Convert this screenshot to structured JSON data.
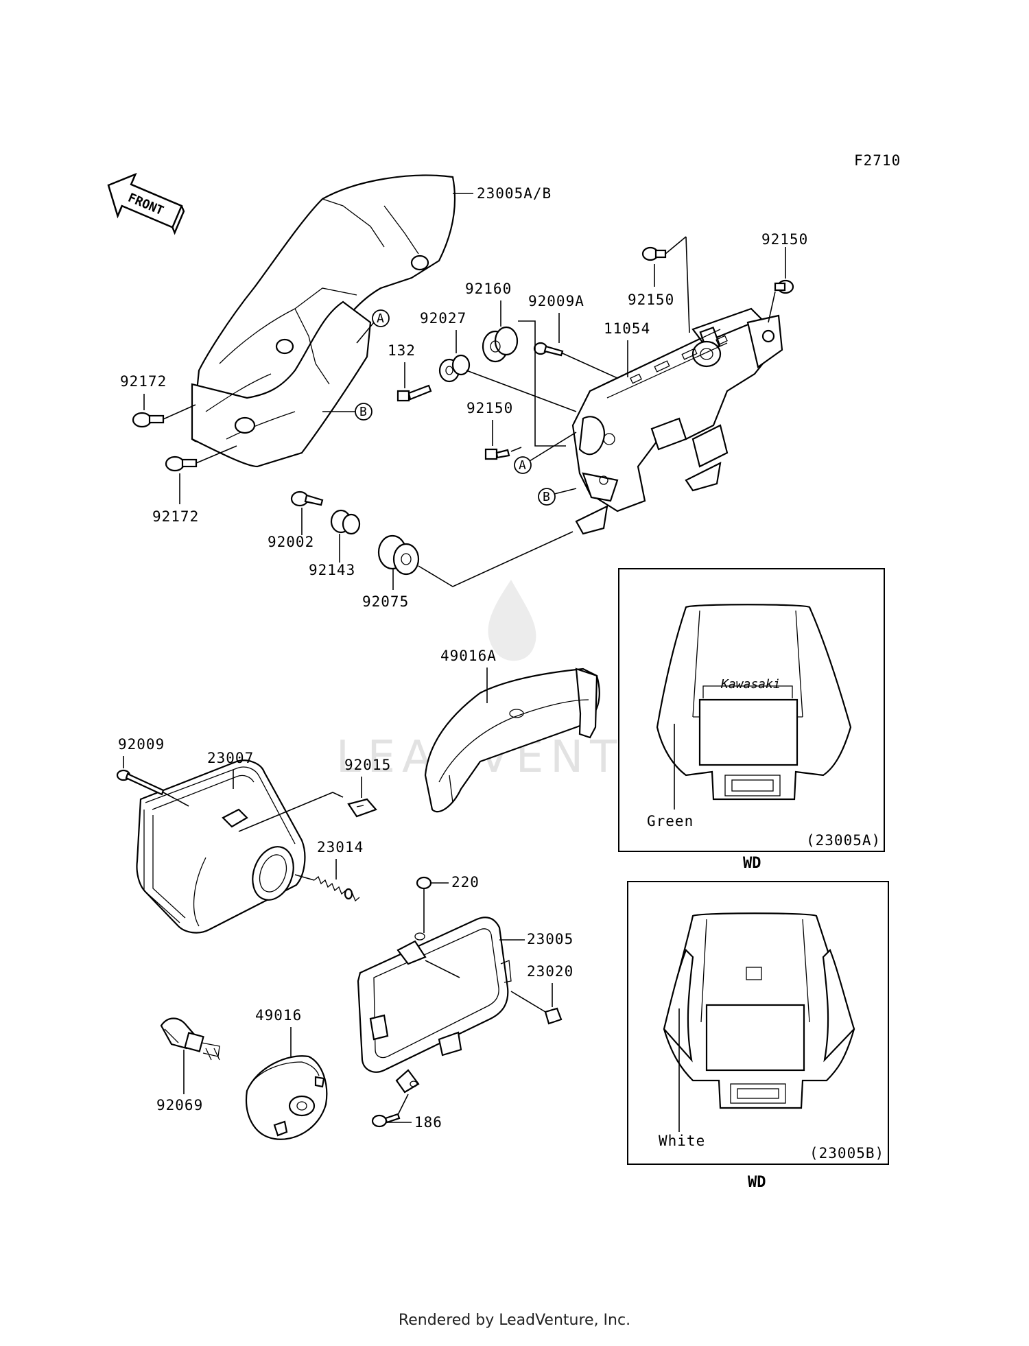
{
  "figure_code": "F2710",
  "front_arrow_label": "FRONT",
  "part_labels": {
    "p23005ab": "23005A/B",
    "p92150_top": "92150",
    "p92150_right": "92150",
    "p92160": "92160",
    "p92009a": "92009A",
    "p92027": "92027",
    "p11054": "11054",
    "p132": "132",
    "p92150_mid": "92150",
    "p92172_upper": "92172",
    "p92172_lower": "92172",
    "p92002": "92002",
    "p92143": "92143",
    "p92075": "92075",
    "p49016a": "49016A",
    "p92009": "92009",
    "p23007": "23007",
    "p92015": "92015",
    "p23014": "23014",
    "p220": "220",
    "p23005": "23005",
    "p23020": "23020",
    "p49016": "49016",
    "p92069": "92069",
    "p186": "186"
  },
  "ref_markers": {
    "a_upper": "A",
    "b_upper": "B",
    "a_lower": "A",
    "b_lower": "B"
  },
  "variant_boxes": [
    {
      "color_note": "Green",
      "code": "(23005A)",
      "model": "WD",
      "brand": "Kawasaki"
    },
    {
      "color_note": "White",
      "code": "(23005B)",
      "model": "WD"
    }
  ],
  "watermark": "LEADVENTURE",
  "footer": "Rendered by LeadVenture, Inc."
}
